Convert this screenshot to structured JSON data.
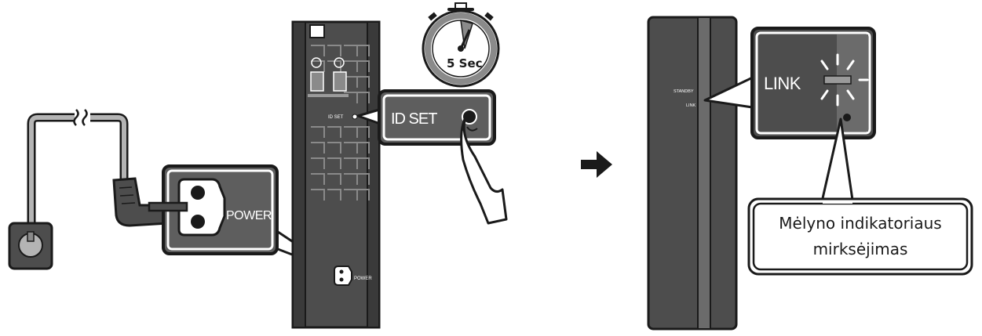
{
  "labels": {
    "power": "POWER",
    "id_set": "ID SET",
    "timer": "5 Sec",
    "link": "LINK",
    "standby_small": "STANDBY",
    "link_small": "LINK",
    "power_small": "POWER",
    "id_set_small": "ID SET",
    "caption_line1": "Mėlyno indikatoriaus",
    "caption_line2": "mirksėjimas"
  },
  "colors": {
    "device_dark": "#4d4d4d",
    "device_mid": "#6b6b6b",
    "outline": "#1a1a1a",
    "cable": "#b4b4b4",
    "callout_fill": "#5e5e5e",
    "timer_ring": "#8a8a8a"
  },
  "icons": [
    "arrow-right-icon",
    "stopwatch-icon",
    "finger-icon",
    "power-plug-icon",
    "wall-outlet-icon",
    "blink-rays-icon"
  ]
}
